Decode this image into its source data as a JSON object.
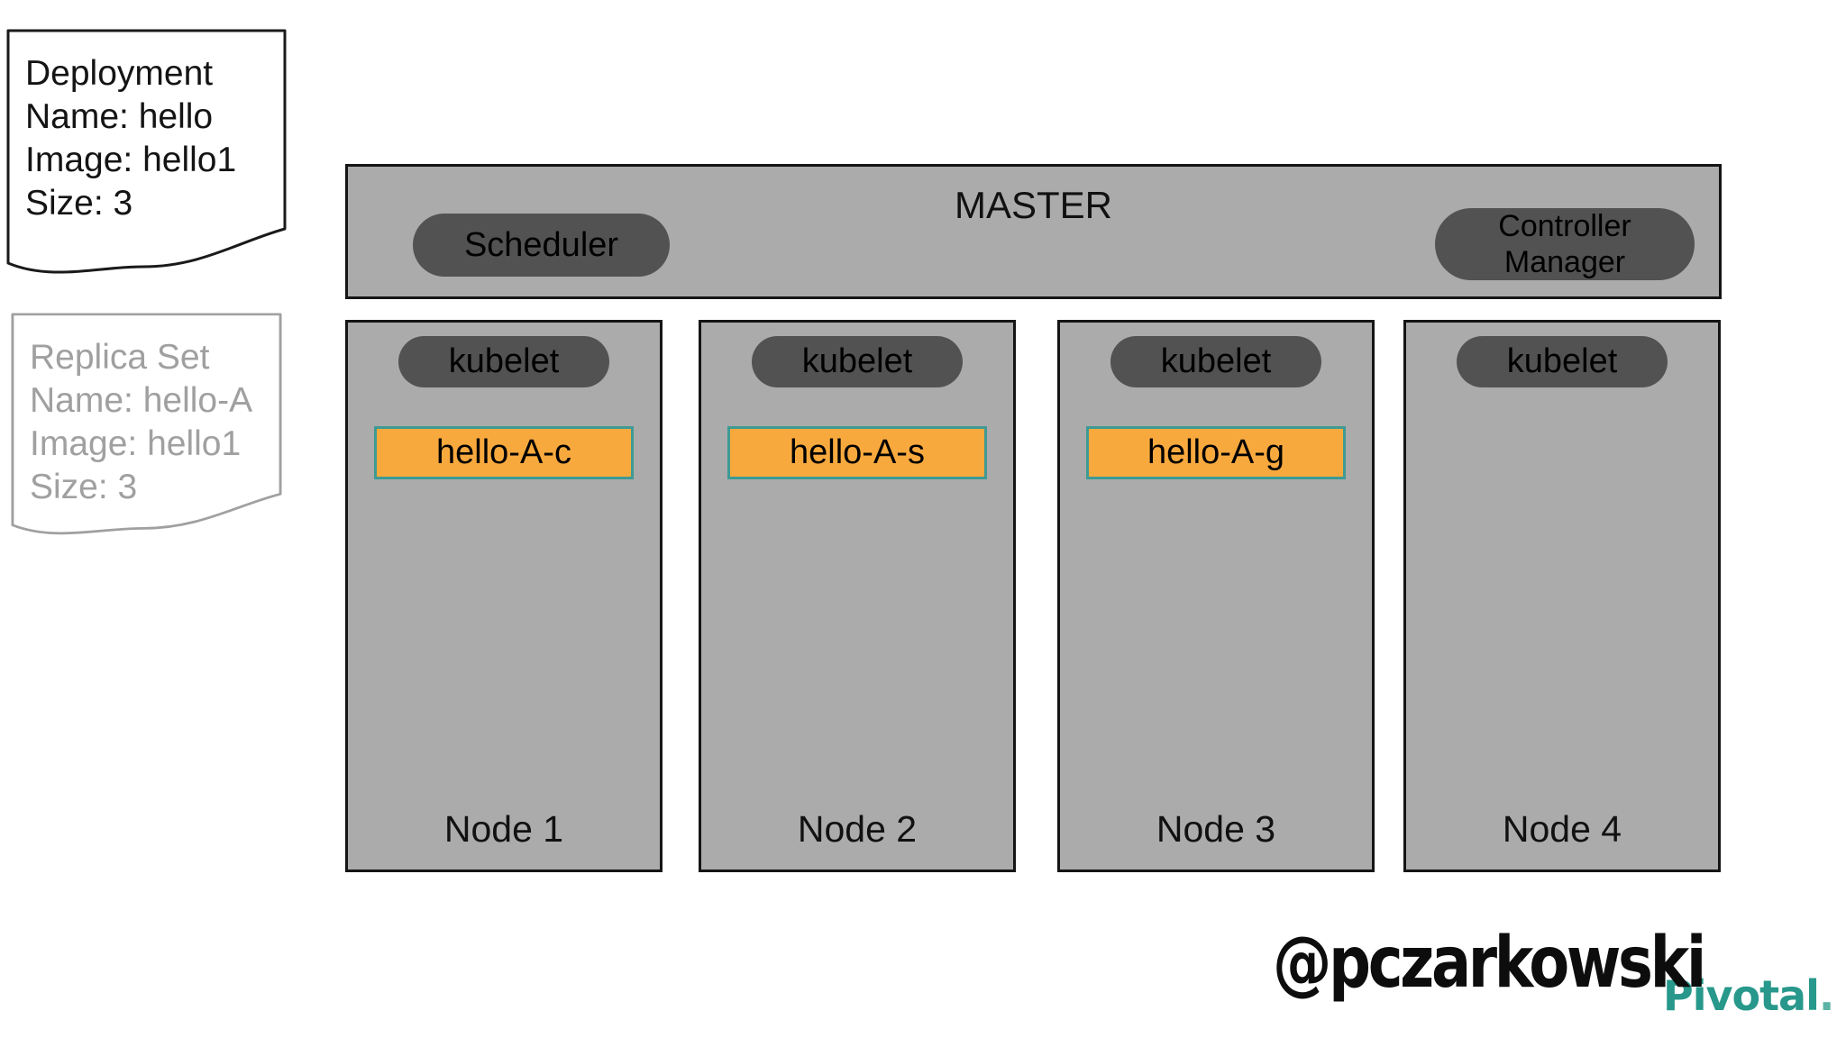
{
  "notes": {
    "deployment": {
      "lines": [
        "Deployment",
        "Name: hello",
        "Image: hello1",
        "Size: 3"
      ]
    },
    "replica_set": {
      "lines": [
        "Replica Set",
        "Name: hello-A",
        "Image: hello1",
        "Size: 3"
      ]
    }
  },
  "master": {
    "title": "MASTER",
    "scheduler_label": "Scheduler",
    "controller_manager_label": "Controller Manager"
  },
  "nodes": [
    {
      "label": "Node 1",
      "kubelet_label": "kubelet",
      "pod": "hello-A-c"
    },
    {
      "label": "Node 2",
      "kubelet_label": "kubelet",
      "pod": "hello-A-s"
    },
    {
      "label": "Node 3",
      "kubelet_label": "kubelet",
      "pod": "hello-A-g"
    },
    {
      "label": "Node 4",
      "kubelet_label": "kubelet",
      "pod": null
    }
  ],
  "footer": {
    "signature": "@pczarkowski",
    "brand": "Pivotal",
    "brand_suffix": "."
  },
  "colors": {
    "gray_box": "#ababab",
    "gray_pill": "#525252",
    "pod_fill": "#f8a93e",
    "pod_border": "#3f9a94",
    "note_gray": "#a0a0a0",
    "brand_teal": "#27988b"
  }
}
